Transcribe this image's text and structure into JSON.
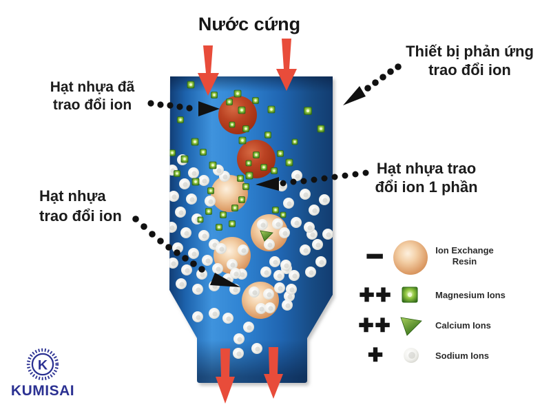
{
  "title": "Nước cứng",
  "callouts": {
    "exchanged_resin_line1": "Hạt nhựa đã",
    "exchanged_resin_line2": "trao đổi ion",
    "reactor_line1": "Thiết bị phản ứng",
    "reactor_line2": "trao đổi ion",
    "partial_resin_line1": "Hạt nhựa trao",
    "partial_resin_line2": "đổi ion 1 phần",
    "resin_line1": "Hạt nhựa",
    "resin_line2": "trao đổi ion"
  },
  "legend": {
    "resin_charge": "−",
    "resin_label_line1": "Ion Exchange",
    "resin_label_line2": "Resin",
    "magnesium_charge": "++",
    "magnesium_label": "Magnesium Ions",
    "calcium_charge": "++",
    "calcium_label": "Calcium Ions",
    "sodium_charge": "+",
    "sodium_label": "Sodium Ions"
  },
  "logo": {
    "monogram": "K",
    "name": "KUMISAI"
  },
  "colors": {
    "vessel_blue_bright": "#3f93dd",
    "vessel_blue_dark": "#123e76",
    "flow_arrow_red": "#e84c3a",
    "exchanged_resin_red": "#b23c1e",
    "resin_tan": "#dd9d68",
    "magnesium_green": "#5a9c28",
    "calcium_green": "#4f8c1e",
    "sodium_gray": "#d9d9d4",
    "callout_black": "#1b1b1b",
    "logo_navy": "#2b3192",
    "background": "#ffffff"
  }
}
